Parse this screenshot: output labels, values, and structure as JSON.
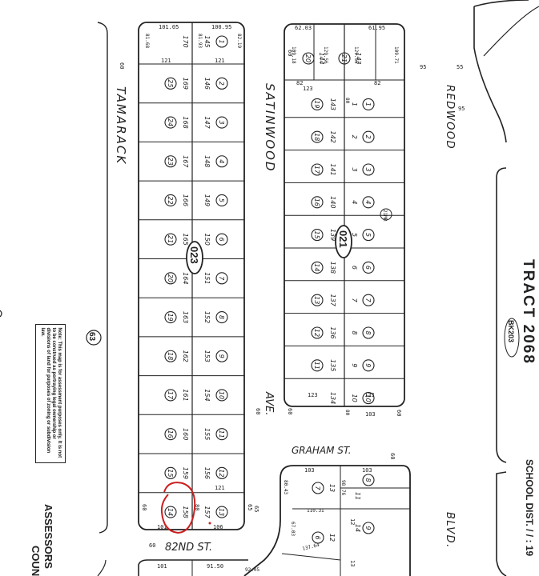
{
  "streets": {
    "tamarack": "TAMARACK",
    "satinwood": "SATINWOOD",
    "redwood": "REDWOOD",
    "graham": "GRAHAM  ST.",
    "st82": "82ND   ST.",
    "ave": "AVE.",
    "blvd": "BLVD."
  },
  "tract": {
    "title": "TRACT 2068",
    "bk": "BK203"
  },
  "school": "SCHOOL  DIST.  / / : 19",
  "assessor": [
    "ASSESSORS",
    "COUN"
  ],
  "note": "Note: This map is for assessment purposes only. It is not to be construed as portraying legal ownership or divisions of land for purposes of zoning or subdivision law.",
  "block_ids": {
    "block_023": "023",
    "block_021": "021",
    "left_63": "63"
  },
  "west_block": {
    "top_dims": [
      "101.05",
      "100.95"
    ],
    "side_dims": [
      "81.68",
      "81.93",
      "82.19"
    ],
    "lots_a": [
      "25",
      "24",
      "23",
      "22",
      "21",
      "20",
      "19",
      "18",
      "17",
      "16",
      "15",
      "14"
    ],
    "apn_a": [
      "170",
      "169",
      "168",
      "167",
      "166",
      "165",
      "164",
      "163",
      "162",
      "161",
      "160",
      "159",
      "158"
    ],
    "lots_b": [
      "1",
      "2",
      "3",
      "4",
      "5",
      "6",
      "7",
      "8",
      "9",
      "10",
      "11",
      "12",
      "13"
    ],
    "apn_b": [
      "145",
      "146",
      "147",
      "148",
      "149",
      "150",
      "151",
      "152",
      "153",
      "154",
      "155",
      "156",
      "157"
    ],
    "dims": [
      "121",
      "121",
      "121",
      "106",
      "101",
      "60",
      "80",
      "60",
      "65",
      "60"
    ]
  },
  "east_block": {
    "top_dims": [
      "62.03",
      "61.95",
      "109.18",
      "129.56",
      "129.55",
      "109.71"
    ],
    "lots_a": [
      "20",
      "19",
      "18",
      "17",
      "16",
      "15",
      "14",
      "13",
      "12",
      "11"
    ],
    "apn_a": [
      "144",
      "143",
      "142",
      "141",
      "140",
      "139",
      "138",
      "137",
      "136",
      "135",
      "134"
    ],
    "lots_b": [
      "21",
      "1",
      "2",
      "3",
      "4",
      "5",
      "6",
      "7",
      "8",
      "9",
      "10"
    ],
    "apn_b": [
      "143",
      "1",
      "2",
      "3",
      "4",
      "5",
      "6",
      "7",
      "8",
      "9",
      "10"
    ],
    "dims": [
      "82",
      "123",
      "82",
      "123",
      "123",
      "103",
      "60",
      "80",
      "80",
      "60",
      "21MR"
    ]
  },
  "south_block": {
    "dims": [
      "103",
      "103",
      "80.43",
      "110.31",
      "67.03",
      "137.64",
      "98",
      "76",
      "12",
      "13"
    ],
    "lots": [
      "7",
      "8",
      "6",
      "9"
    ],
    "apn": [
      "13",
      "11",
      "12",
      "14"
    ]
  },
  "bottom_dims": [
    "101",
    "91.50",
    "92.05",
    "60",
    "65",
    "55",
    "95",
    "95",
    "60",
    "60"
  ],
  "colors": {
    "ink": "#222222",
    "annotation": "#cc1f1f"
  }
}
